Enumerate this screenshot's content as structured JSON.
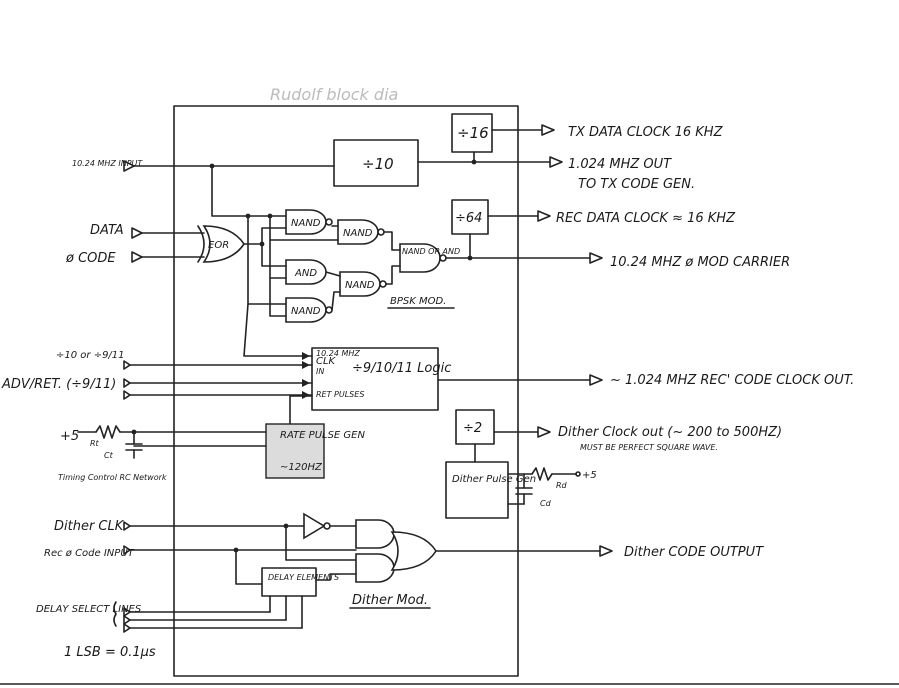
{
  "title_faint": "Rudolf block dia",
  "blocks": {
    "div10": "÷10",
    "div16": "÷16",
    "div64": "÷64",
    "div2": "÷2",
    "xor": "EOR",
    "nand1": "NAND",
    "nand2": "NAND",
    "nand3": "NAND",
    "nand4": "NAND",
    "and1": "AND",
    "nand_or_and": "NAND OR AND",
    "logic_clk_top": "10.24 MHZ",
    "logic_clk": "CLK",
    "logic_in": "IN",
    "logic_name": "÷9/10/11 Logic",
    "logic_ret": "RET PULSES",
    "rate_pulse": "RATE PULSE GEN",
    "rate_freq": "~120HZ",
    "dither_pulse": "Dither Pulse Gen",
    "delay": "DELAY ELEMENTS",
    "bpsk": "BPSK MOD.",
    "dither_mod": "Dither Mod."
  },
  "inputs": {
    "clock_in": "10.24 MHZ INPUT",
    "data": "DATA",
    "code": "ø CODE",
    "div_select": "÷10 or ÷9/11",
    "adv_ret": "ADV/RET. (÷9/11)",
    "plus5": "+5",
    "rt": "Rt",
    "ct": "Ct",
    "timing": "Timing Control RC Network",
    "dither_clk": "Dither CLK",
    "rec_code": "Rec ø Code INPUT",
    "delay_select": "DELAY SELECT LINES",
    "lsb": "1 LSB = 0.1µs",
    "rd": "Rd",
    "cd": "Cd",
    "plus5_right": "+5"
  },
  "outputs": {
    "tx_data_clock": "TX DATA CLOCK 16 KHZ",
    "code_out_1": "1.024 MHZ OUT",
    "code_out_2": "TO TX CODE GEN.",
    "rec_data_clock": "REC DATA CLOCK ≈ 16 KHZ",
    "carrier": "10.24 MHZ ø MOD CARRIER",
    "rec_code_clock": "~ 1.024 MHZ REC' CODE CLOCK OUT.",
    "dither_clock": "Dither Clock out (~ 200 to 500HZ)",
    "dither_note": "MUST BE PERFECT SQUARE WAVE.",
    "dither_code": "Dither CODE OUTPUT"
  }
}
